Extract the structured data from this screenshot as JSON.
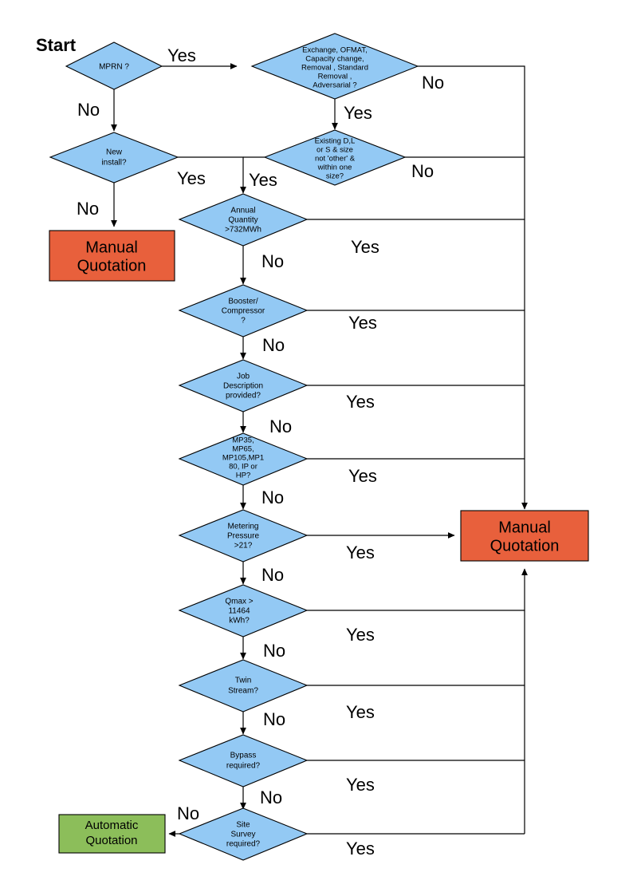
{
  "diagram": {
    "title_label": "Start",
    "colors": {
      "decision_fill": "#93C9F4",
      "manual_fill": "#E8603C",
      "automatic_fill": "#8CBE5A",
      "outline": "#000000",
      "background": "#FFFFFF"
    },
    "yes_label": "Yes",
    "no_label": "No",
    "decisions": [
      {
        "id": "mprn",
        "lines": [
          "MPRN ?"
        ]
      },
      {
        "id": "exchange",
        "lines": [
          "Exchange, OFMAT,",
          "Capacity change,",
          "Removal , Standard",
          "Removal ,",
          "Adversarial ?"
        ]
      },
      {
        "id": "new-install",
        "lines": [
          "New",
          "install?"
        ]
      },
      {
        "id": "existing-dls",
        "lines": [
          "Existing D,L",
          "or S & size",
          "not 'other' &",
          "within one",
          "size?"
        ]
      },
      {
        "id": "annual-quantity",
        "lines": [
          "Annual",
          "Quantity",
          ">732MWh"
        ]
      },
      {
        "id": "booster-compressor",
        "lines": [
          "Booster/",
          "Compressor",
          "?"
        ]
      },
      {
        "id": "job-description",
        "lines": [
          "Job",
          "Description",
          "provided?"
        ]
      },
      {
        "id": "mp-pressure-tier",
        "lines": [
          "MP35,",
          "MP65,",
          "MP105,MP1",
          "80, IP or",
          "HP?"
        ]
      },
      {
        "id": "metering-pressure",
        "lines": [
          "Metering",
          "Pressure",
          ">21?"
        ]
      },
      {
        "id": "qmax",
        "lines": [
          "Qmax >",
          "11464",
          "kWh?"
        ]
      },
      {
        "id": "twin-stream",
        "lines": [
          "Twin",
          "Stream?"
        ]
      },
      {
        "id": "bypass",
        "lines": [
          "Bypass",
          "required?"
        ]
      },
      {
        "id": "site-survey",
        "lines": [
          "Site",
          "Survey",
          "required?"
        ]
      }
    ],
    "terminals": [
      {
        "id": "manual-left",
        "lines": [
          "Manual",
          "Quotation"
        ],
        "kind": "manual"
      },
      {
        "id": "manual-right",
        "lines": [
          "Manual",
          "Quotation"
        ],
        "kind": "manual"
      },
      {
        "id": "automatic",
        "lines": [
          "Automatic",
          "Quotation"
        ],
        "kind": "automatic"
      }
    ],
    "branch_labels": [
      {
        "id": "mprn-yes",
        "text": "Yes"
      },
      {
        "id": "mprn-no",
        "text": "No"
      },
      {
        "id": "exchange-no",
        "text": "No"
      },
      {
        "id": "exchange-yes",
        "text": "Yes"
      },
      {
        "id": "new-install-yes",
        "text": "Yes"
      },
      {
        "id": "new-install-no",
        "text": "No"
      },
      {
        "id": "existing-yes",
        "text": "Yes"
      },
      {
        "id": "existing-no",
        "text": "No"
      },
      {
        "id": "annual-yes",
        "text": "Yes"
      },
      {
        "id": "annual-no",
        "text": "No"
      },
      {
        "id": "booster-yes",
        "text": "Yes"
      },
      {
        "id": "booster-no",
        "text": "No"
      },
      {
        "id": "job-yes",
        "text": "Yes"
      },
      {
        "id": "job-no",
        "text": "No"
      },
      {
        "id": "mp-yes",
        "text": "Yes"
      },
      {
        "id": "mp-no",
        "text": "No"
      },
      {
        "id": "metering-yes",
        "text": "Yes"
      },
      {
        "id": "metering-no",
        "text": "No"
      },
      {
        "id": "qmax-yes",
        "text": "Yes"
      },
      {
        "id": "qmax-no",
        "text": "No"
      },
      {
        "id": "twin-yes",
        "text": "Yes"
      },
      {
        "id": "twin-no",
        "text": "No"
      },
      {
        "id": "bypass-yes",
        "text": "Yes"
      },
      {
        "id": "bypass-no",
        "text": "No"
      },
      {
        "id": "site-survey-yes",
        "text": "Yes"
      },
      {
        "id": "site-survey-no",
        "text": "No"
      }
    ]
  }
}
